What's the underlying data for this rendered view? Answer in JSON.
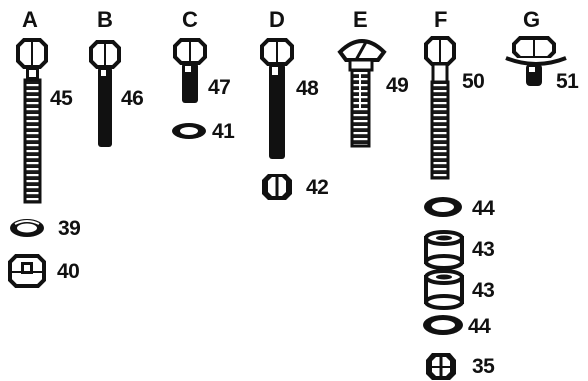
{
  "diagram": {
    "columns": [
      {
        "letter": "A",
        "bolt_part": "45",
        "extras": [
          "39",
          "40"
        ]
      },
      {
        "letter": "B",
        "bolt_part": "46",
        "extras": []
      },
      {
        "letter": "C",
        "bolt_part": "47",
        "extras": [
          "41"
        ]
      },
      {
        "letter": "D",
        "bolt_part": "48",
        "extras": [
          "42"
        ]
      },
      {
        "letter": "E",
        "bolt_part": "49",
        "extras": []
      },
      {
        "letter": "F",
        "bolt_part": "50",
        "extras": [
          "44",
          "43",
          "43",
          "44",
          "35"
        ]
      },
      {
        "letter": "G",
        "bolt_part": "51",
        "extras": []
      }
    ]
  }
}
